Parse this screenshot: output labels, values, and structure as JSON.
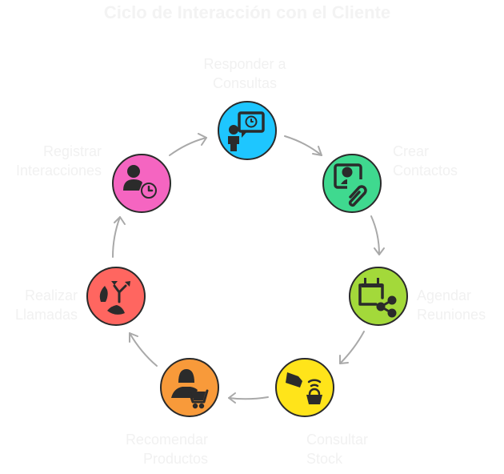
{
  "title": "Ciclo de Interacción con el Cliente",
  "steps": [
    {
      "id": "responder",
      "line1": "Responder a",
      "line2": "Consultas",
      "color": "#1ec6ff",
      "icon": "person-presentation-clock-icon"
    },
    {
      "id": "crear",
      "line1": "Crear",
      "line2": "Contactos",
      "color": "#3fd98f",
      "icon": "contact-card-paperclip-icon"
    },
    {
      "id": "agendar",
      "line1": "Agendar",
      "line2": "Reuniones",
      "color": "#a3d93a",
      "icon": "calendar-share-icon"
    },
    {
      "id": "consultar",
      "line1": "Consultar",
      "line2": "Stock",
      "color": "#ffe41a",
      "icon": "scanner-basket-icon"
    },
    {
      "id": "recomendar",
      "line1": "Recomendar",
      "line2": "Productos",
      "color": "#f89a3a",
      "icon": "person-cart-icon"
    },
    {
      "id": "realizar",
      "line1": "Realizar",
      "line2": "Llamadas",
      "color": "#ff6660",
      "icon": "phone-outgoing-icon"
    },
    {
      "id": "registrar",
      "line1": "Registrar",
      "line2": "Interacciones",
      "color": "#f565c1",
      "icon": "user-clock-icon"
    }
  ],
  "flow_direction": "clockwise"
}
